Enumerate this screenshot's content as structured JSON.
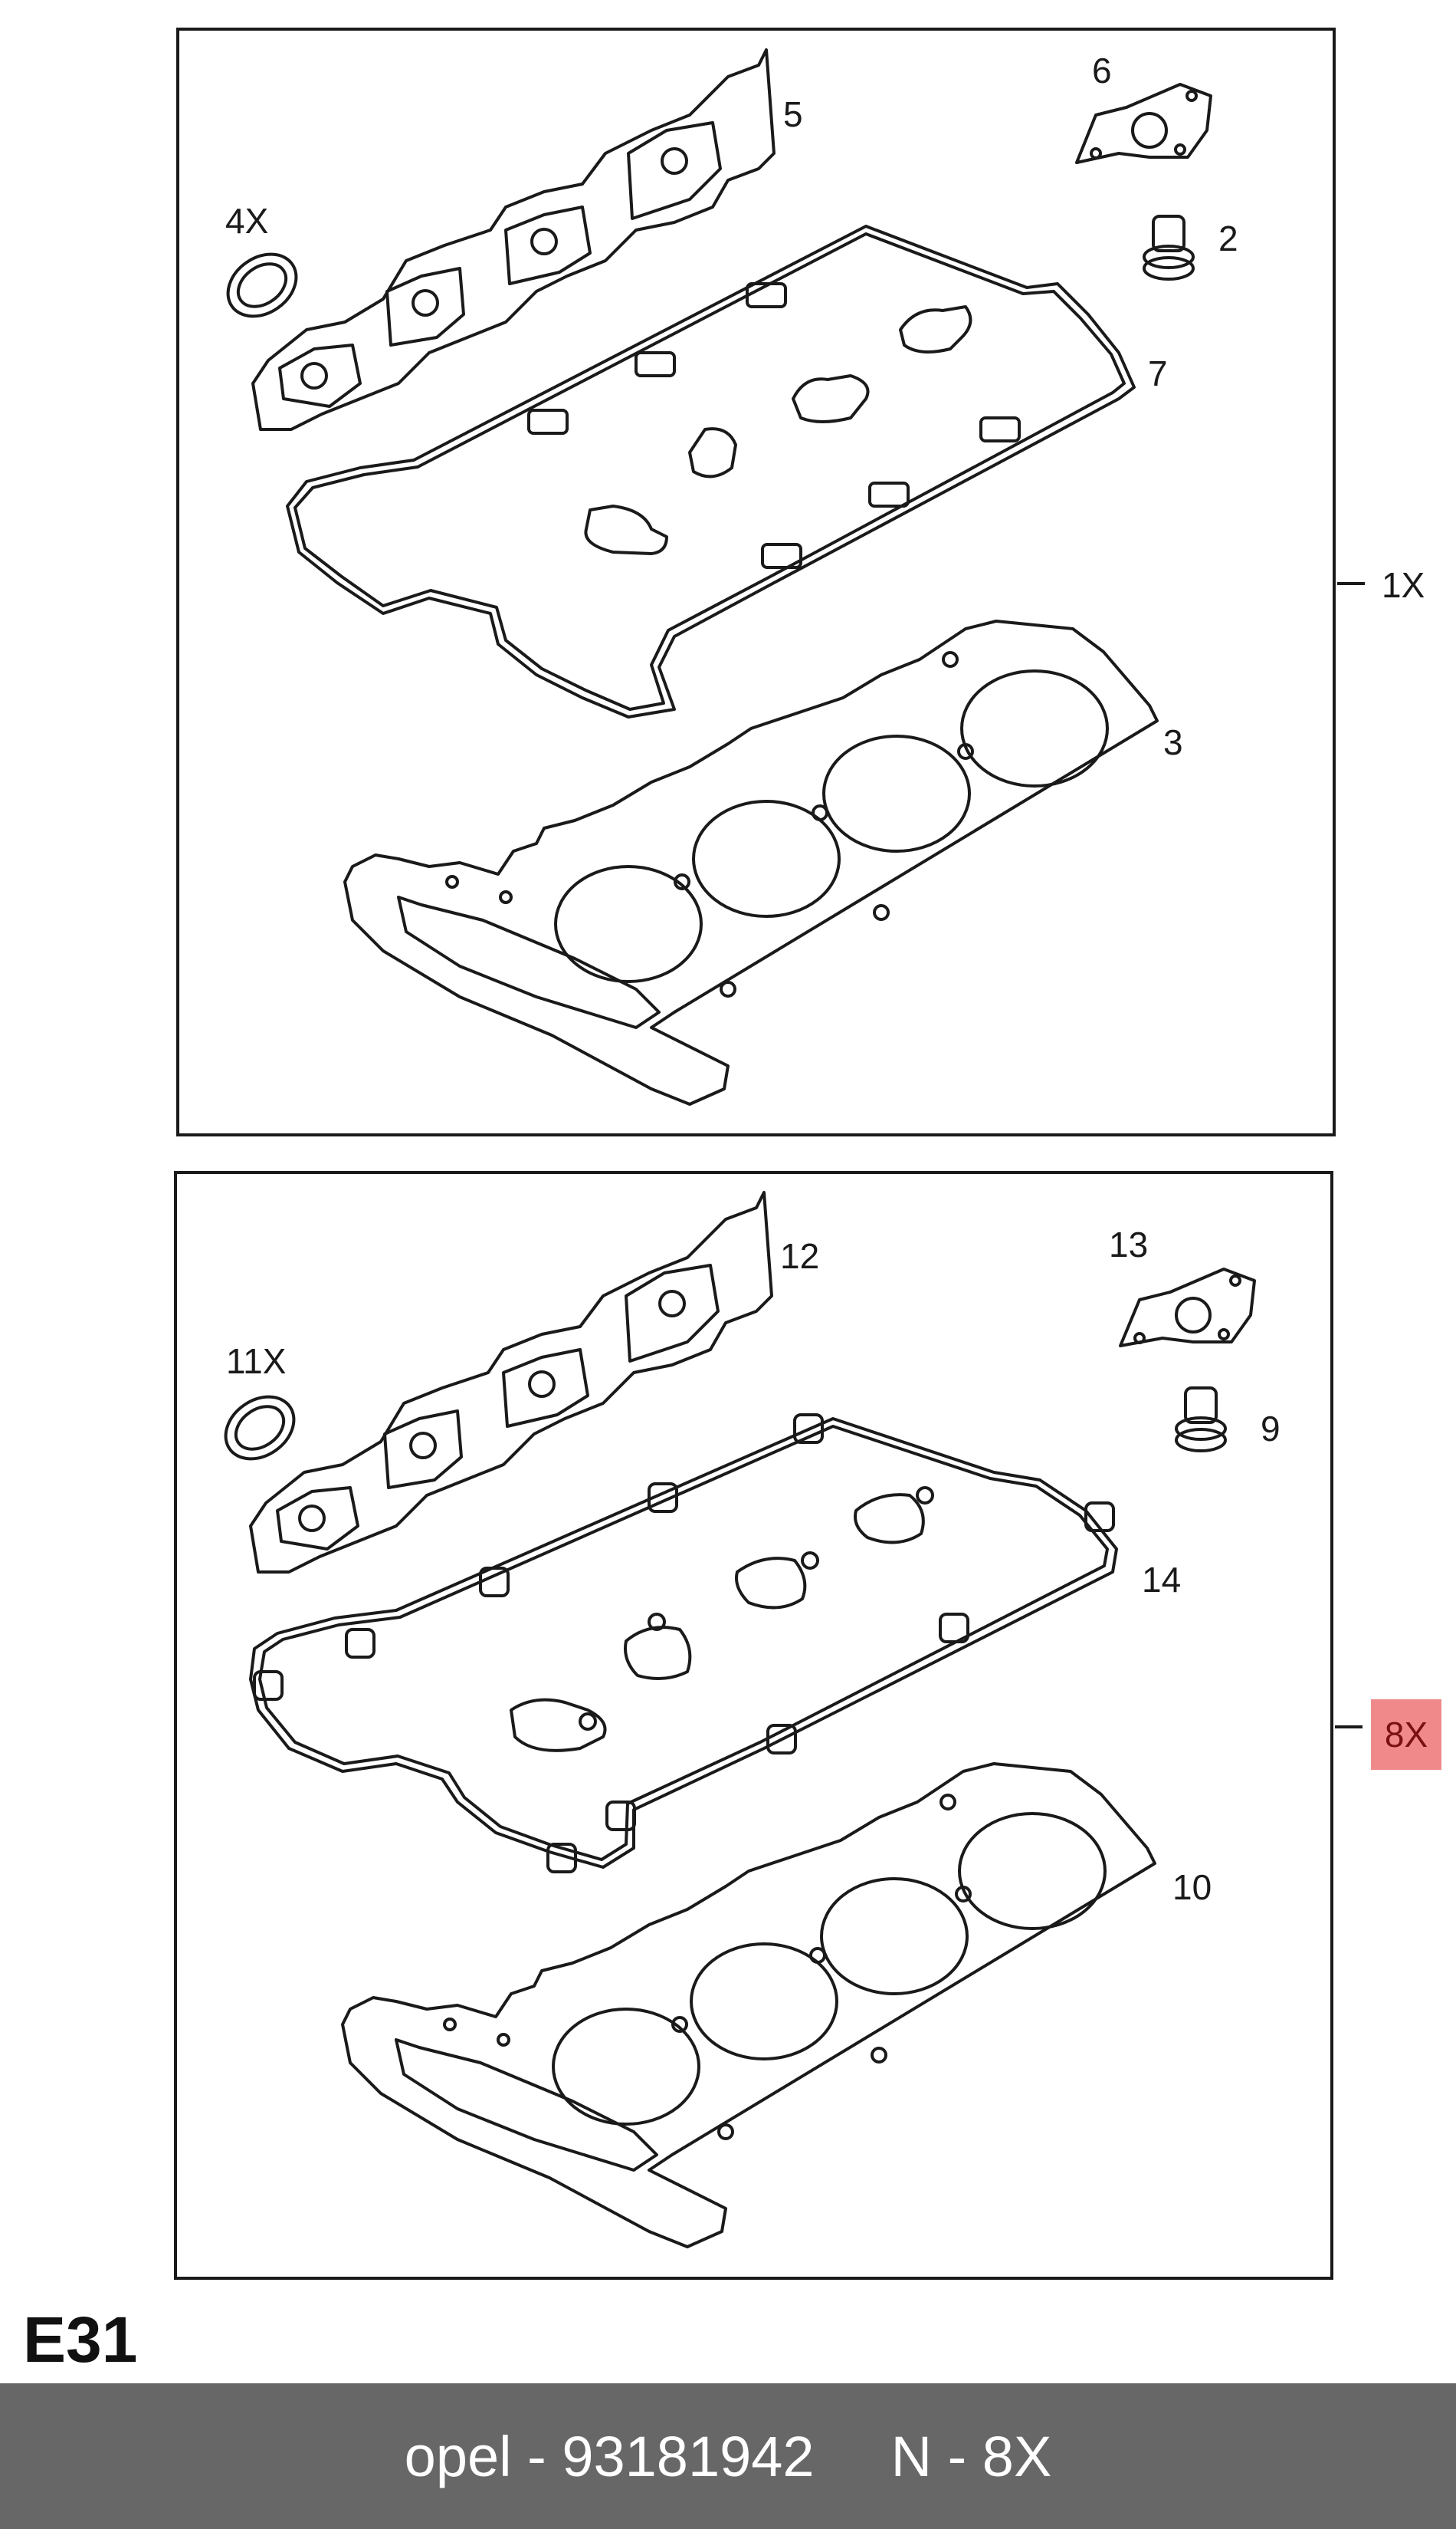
{
  "panels": {
    "top": {
      "quantity": "1X",
      "labels": {
        "p2": "2",
        "p3": "3",
        "p4": "4X",
        "p5": "5",
        "p6": "6",
        "p7": "7"
      }
    },
    "bottom": {
      "quantity": "8X",
      "labels": {
        "p9": "9",
        "p10": "10",
        "p11": "11X",
        "p12": "12",
        "p13": "13",
        "p14": "14"
      }
    }
  },
  "section_code": "E31",
  "footer": {
    "brand_part": "opel - 93181942",
    "note": "N - 8X"
  },
  "colors": {
    "line": "#1a1a1a",
    "highlight": "#f08a8a",
    "footer_bg": "#676767"
  }
}
